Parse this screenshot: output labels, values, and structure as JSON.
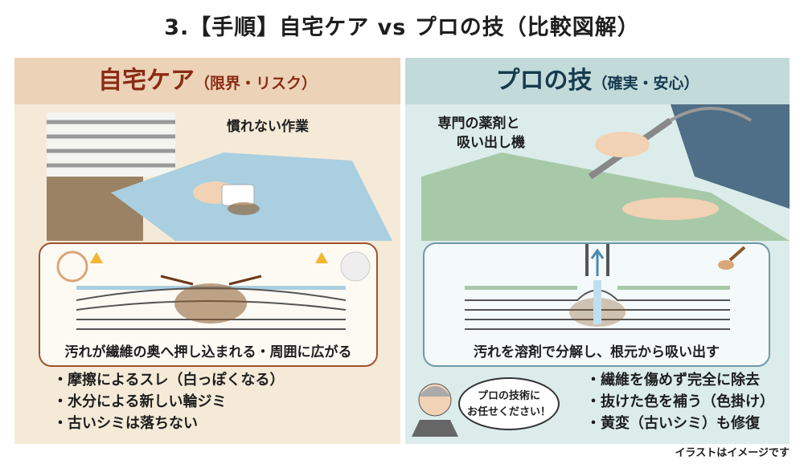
{
  "title": "3.【手順】自宅ケア vs プロの技（比較図解）",
  "left": {
    "heading": "自宅ケア",
    "heading_sub": "（限界・リスク）",
    "caption": "慣れない作業",
    "diagram_text": "汚れが繊維の奥へ押し込まれる・周囲に広がる",
    "bullets": [
      "・摩擦によるスレ（白っぽくなる）",
      "・水分による新しい輪ジミ",
      "・古いシミは落ちない"
    ]
  },
  "right": {
    "heading": "プロの技",
    "heading_sub": "（確実・安心）",
    "caption_line1": "専門の薬剤と",
    "caption_line2": "吸い出し機",
    "diagram_text": "汚れを溶剤で分解し、根元から吸い出す",
    "speech_line1": "プロの技術に",
    "speech_line2": "お任せください！",
    "bullets": [
      "・繊維を傷めず完全に除去",
      "・抜けた色を補う（色掛け）",
      "・黄変（古いシミ）も修復"
    ]
  },
  "note": "イラストはイメージです",
  "colors": {
    "left_accent": "#8a2b14",
    "right_accent": "#163a4d",
    "left_bg": "#f5ead8",
    "right_bg": "#dbeceb"
  }
}
